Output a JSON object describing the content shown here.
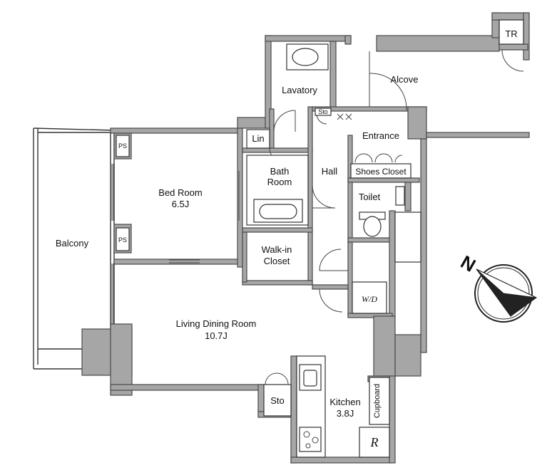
{
  "rooms": {
    "balcony": "Balcony",
    "bedroom": "Bed Room",
    "bedroom_size": "6.5J",
    "living": "Living Dining Room",
    "living_size": "10.7J",
    "lavatory": "Lavatory",
    "lin": "Lin",
    "bath_line1": "Bath",
    "bath_line2": "Room",
    "walkin_line1": "Walk-in",
    "walkin_line2": "Closet",
    "hall": "Hall",
    "entrance": "Entrance",
    "shoes_closet": "Shoes Closet",
    "toilet": "Toilet",
    "wd": "W/D",
    "kitchen": "Kitchen",
    "kitchen_size": "3.8J",
    "cupboard": "Cupboard",
    "refrigerator": "R",
    "storage": "Sto",
    "storage_small": "Sto",
    "alcove": "Alcove",
    "tr": "TR",
    "ps1": "PS",
    "ps2": "PS"
  },
  "compass": {
    "north_label": "N"
  },
  "colors": {
    "wall": "#a6a6a6",
    "line": "#333333",
    "background": "#ffffff"
  }
}
